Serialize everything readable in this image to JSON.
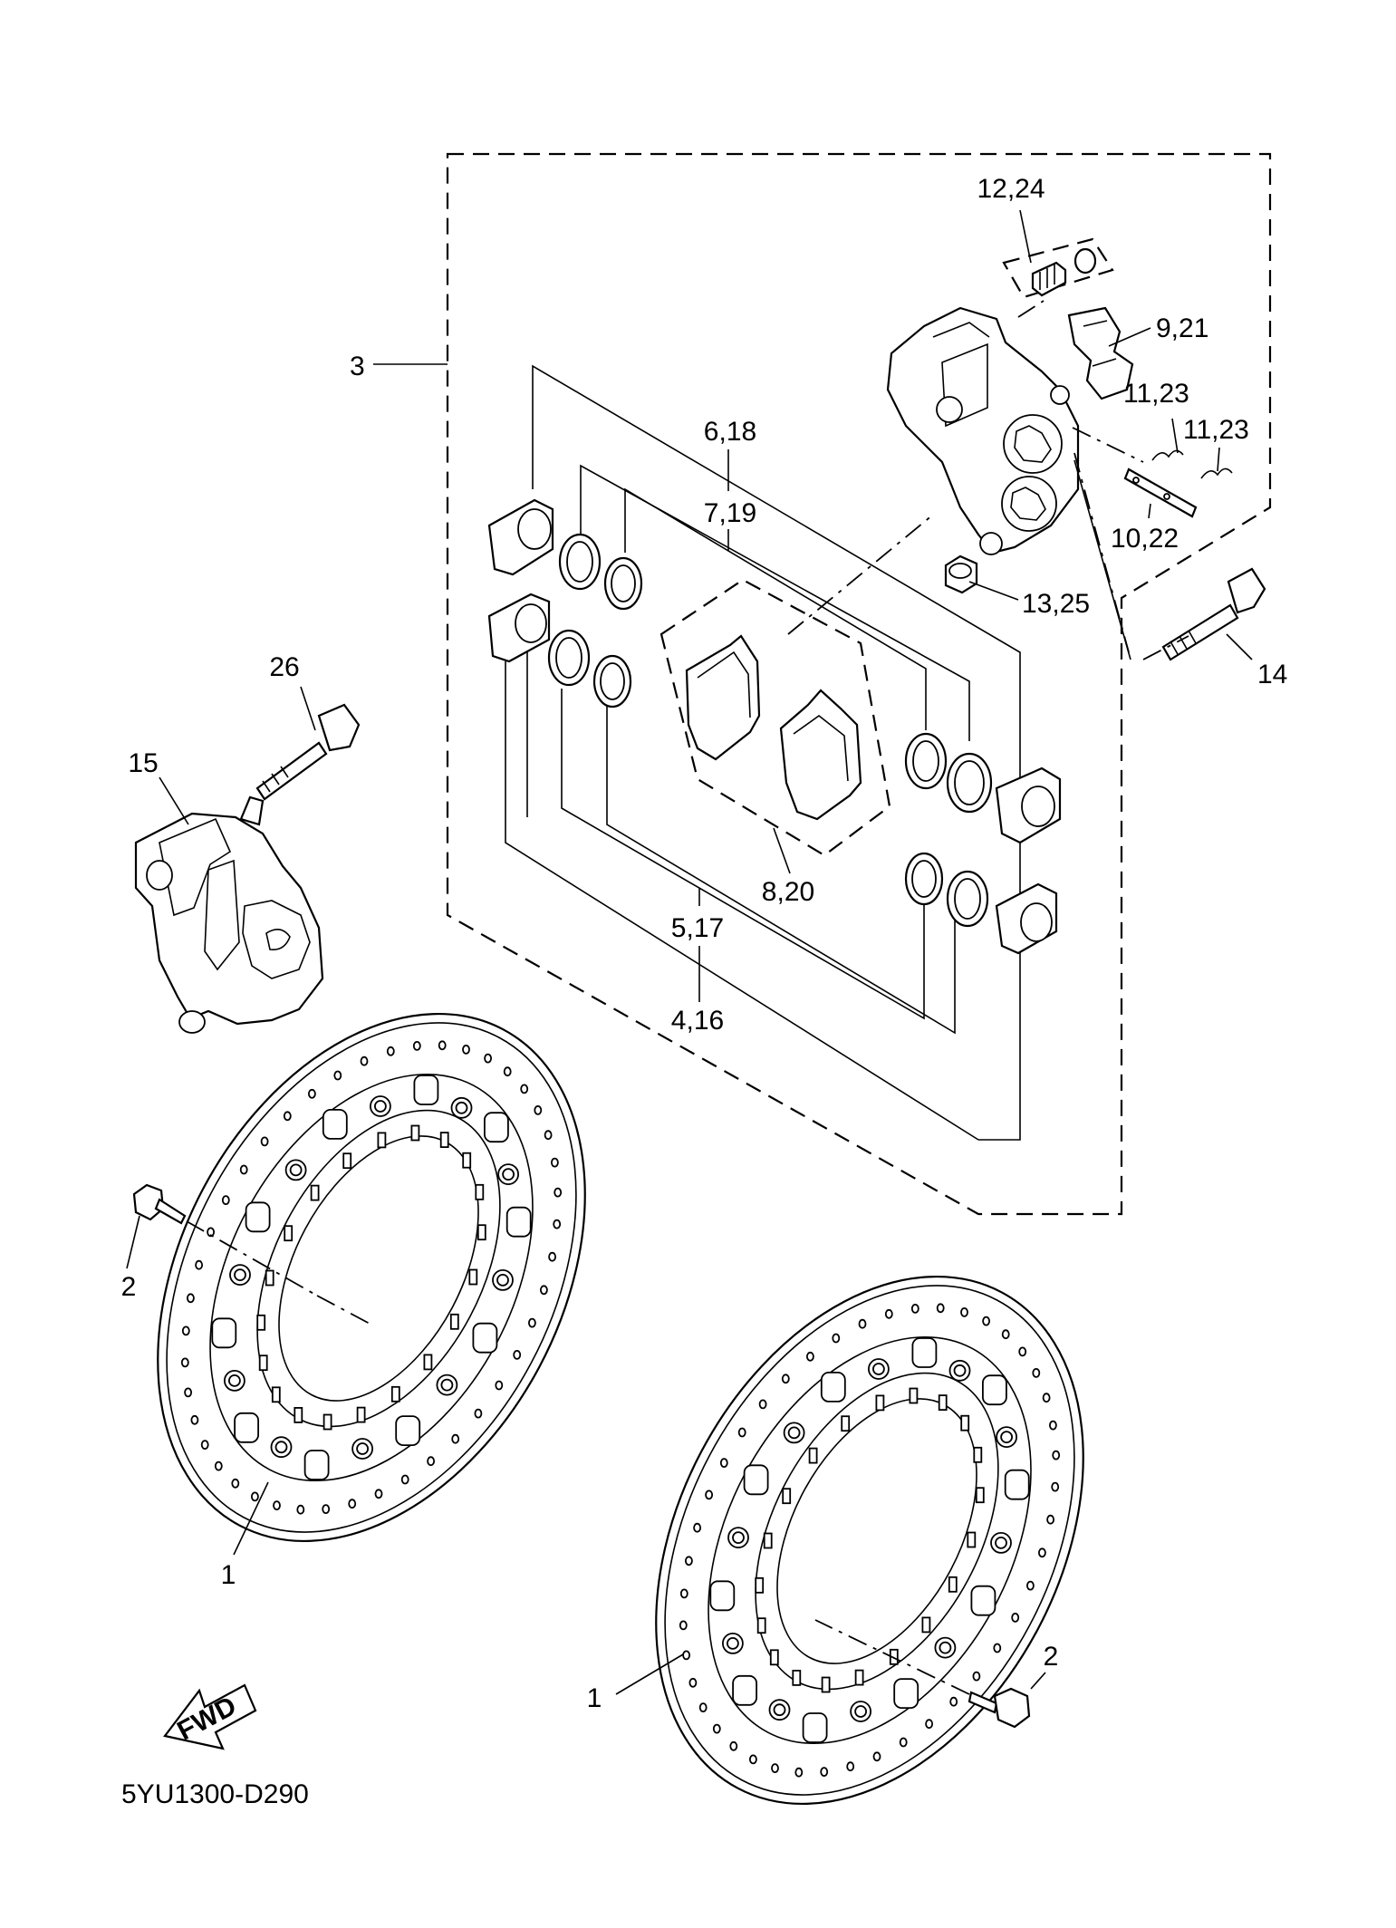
{
  "diagram_code": "5YU1300-D290",
  "fwd_label": "FWD",
  "callouts": {
    "c1a": "1",
    "c1b": "1",
    "c2a": "2",
    "c2b": "2",
    "c3": "3",
    "c4": "4,16",
    "c5": "5,17",
    "c6": "6,18",
    "c7": "7,19",
    "c8": "8,20",
    "c9": "9,21",
    "c10": "10,22",
    "c11a": "11,23",
    "c11b": "11,23",
    "c12": "12,24",
    "c13": "13,25",
    "c14": "14",
    "c15": "15",
    "c26": "26"
  }
}
